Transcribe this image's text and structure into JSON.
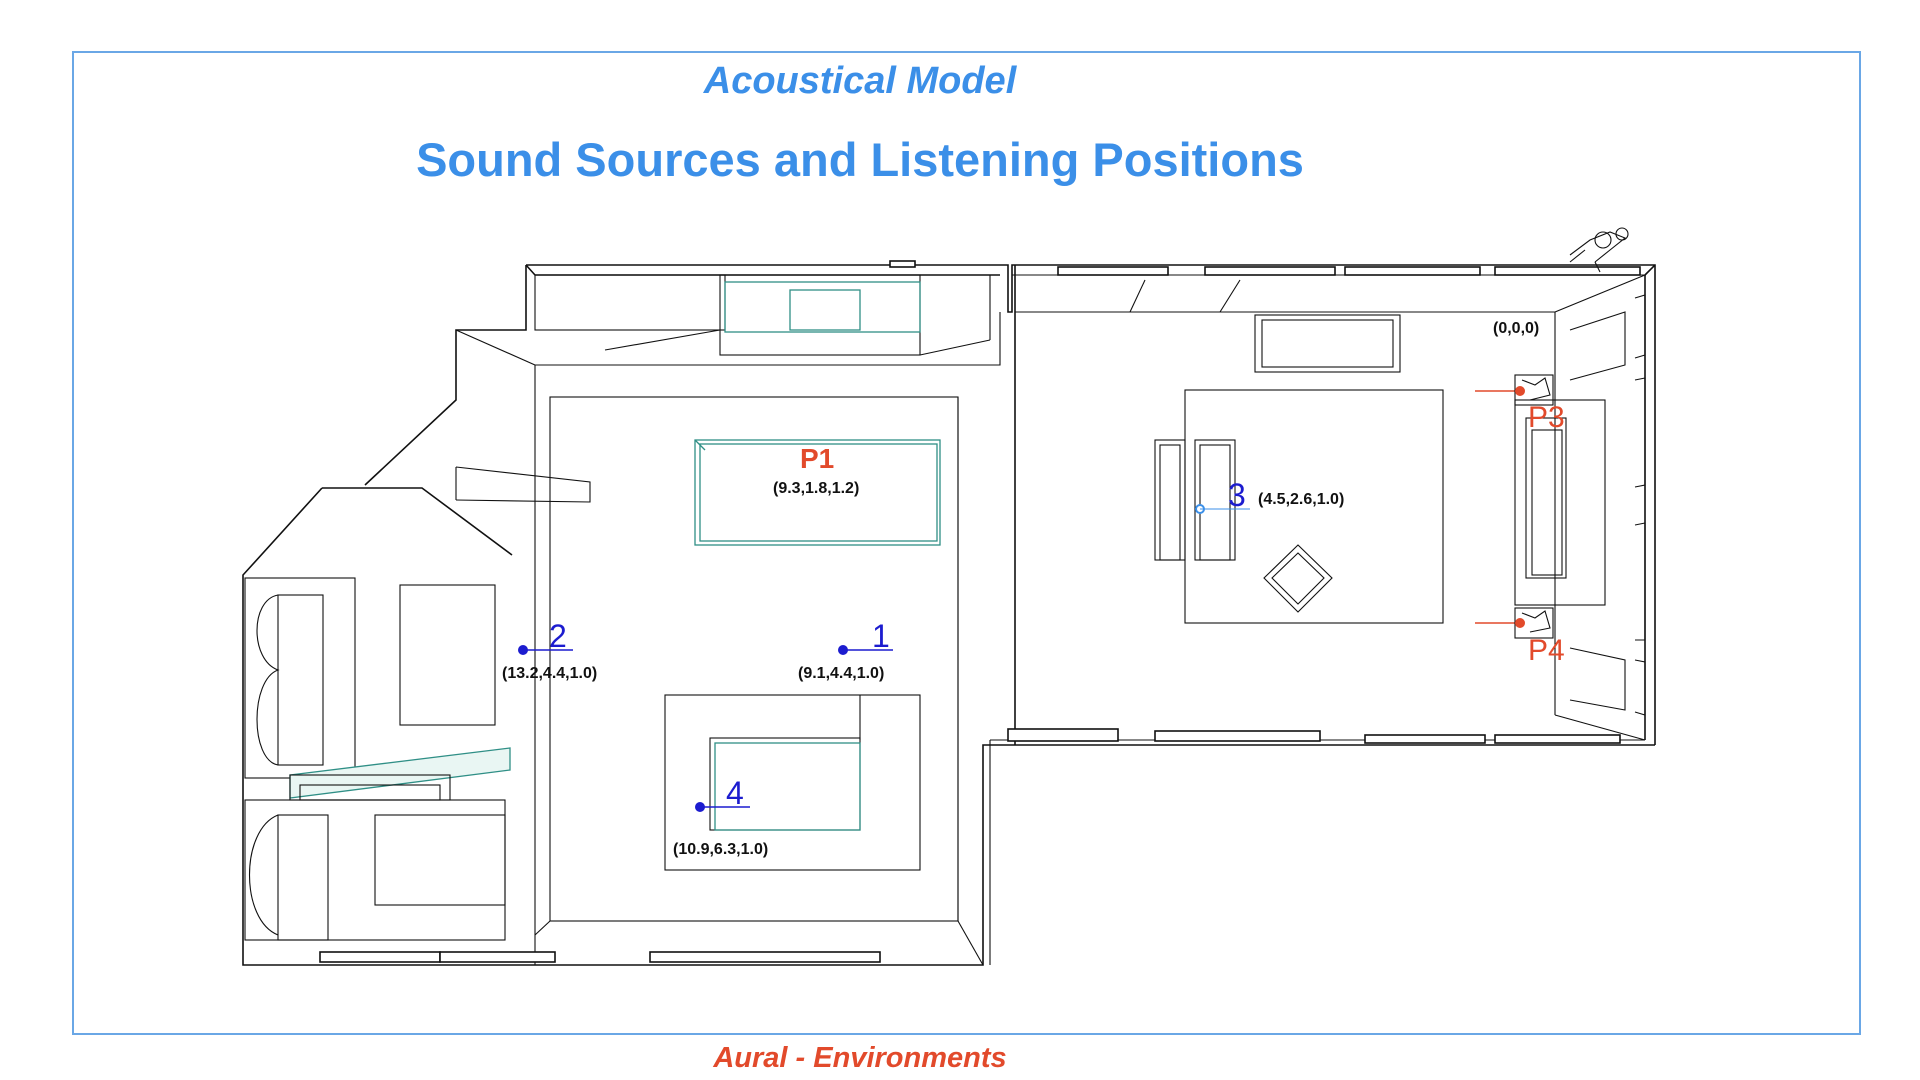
{
  "header": {
    "subtitle": "Acoustical Model",
    "title": "Sound Sources and Listening Positions"
  },
  "footer": {
    "brand": "Aural - Environments"
  },
  "colors": {
    "frame": "#6aa7e6",
    "title": "#3b8fe8",
    "brand": "#e24a2b",
    "listener": "#1c1ccf",
    "source": "#e24a2b"
  },
  "origin": {
    "label": "(0,0,0)"
  },
  "listening_positions": [
    {
      "number": "1",
      "coords": "(9.1,4.4,1.0)"
    },
    {
      "number": "2",
      "coords": "(13.2,4.4,1.0)"
    },
    {
      "number": "3",
      "coords": "(4.5,2.6,1.0)"
    },
    {
      "number": "4",
      "coords": "(10.9,6.3,1.0)"
    }
  ],
  "sound_sources": [
    {
      "label": "P1",
      "coords": "(9.3,1.8,1.2)"
    },
    {
      "label": "P3"
    },
    {
      "label": "P4"
    }
  ]
}
